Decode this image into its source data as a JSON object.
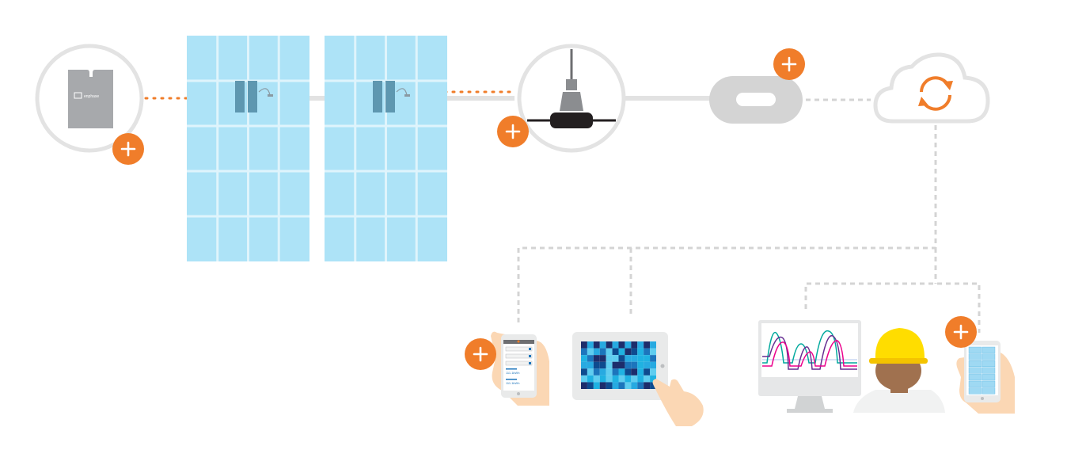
{
  "colors": {
    "accent": "#f07d2a",
    "panel_fill": "#ade3f7",
    "panel_grid": "#dff4fc",
    "connector_gray": "#d4d4d4",
    "device_gray": "#a7a9ac",
    "heatmap_dark": "#1d2d6b",
    "heatmap_light": "#1fb2e2"
  },
  "gateway": {
    "brand_text": "enphase",
    "icon": "gateway-device-icon"
  },
  "panels": [
    {
      "icon": "solar-panel-icon",
      "microinverter_icon": "microinverter-icon"
    },
    {
      "icon": "solar-panel-icon",
      "microinverter_icon": "microinverter-icon"
    }
  ],
  "connector": {
    "icon": "ac-connector-icon"
  },
  "relay": {
    "icon": "relay-device-icon"
  },
  "cloud": {
    "icon": "cloud-sync-icon"
  },
  "devices": {
    "phone_app": {
      "icon": "phone-app-icon",
      "values": [
        "111.1kWh",
        "111.1kWh"
      ]
    },
    "tablet": {
      "icon": "tablet-heatmap-icon"
    },
    "monitor": {
      "icon": "monitor-chart-icon"
    },
    "installer": {
      "icon": "hardhat-installer-icon"
    },
    "phone_list": {
      "icon": "phone-list-icon"
    }
  },
  "plus_buttons": [
    {
      "name": "gateway-expand-button",
      "symbol": "+"
    },
    {
      "name": "connector-expand-button",
      "symbol": "+"
    },
    {
      "name": "relay-expand-button",
      "symbol": "+"
    },
    {
      "name": "phone-app-expand-button",
      "symbol": "+"
    },
    {
      "name": "phone-list-expand-button",
      "symbol": "+"
    }
  ]
}
